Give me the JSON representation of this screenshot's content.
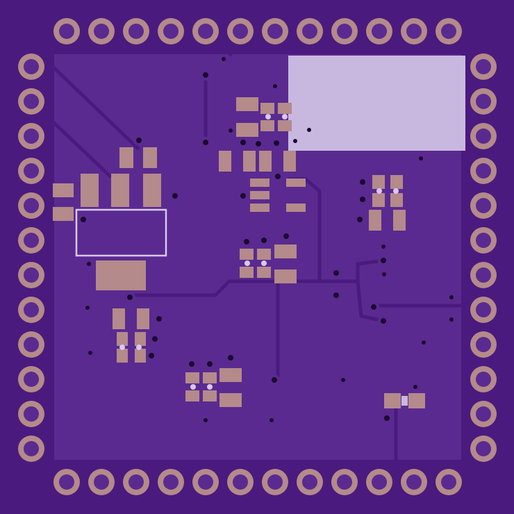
{
  "board": {
    "description_visible_text": "",
    "colors": {
      "substrate": "#4a1a7e",
      "copper_pour": "#5a2a90",
      "trace": "#5a2a90",
      "pad": "#b48a8a",
      "silkscreen": "#d8c8f0",
      "drill": "#1a0830",
      "keepout": "#c8b8e0"
    },
    "castellated_pads": {
      "top_count": 12,
      "bottom_count": 12,
      "left_count": 12,
      "right_count": 12
    }
  }
}
